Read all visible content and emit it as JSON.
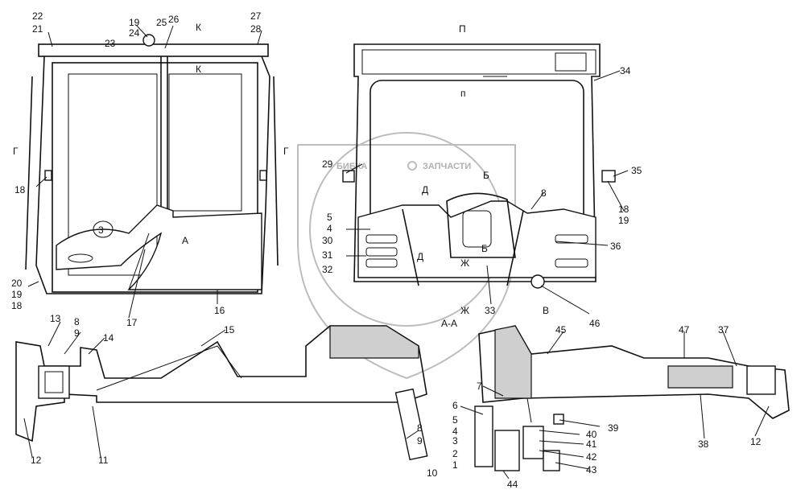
{
  "watermark": {
    "text_left": "БИБКА",
    "text_right": "ЗАПЧАСТИ"
  },
  "callouts": [
    {
      "id": "c22",
      "text": "22"
    },
    {
      "id": "c21",
      "text": "21"
    },
    {
      "id": "c19a",
      "text": "19"
    },
    {
      "id": "c25",
      "text": "25"
    },
    {
      "id": "c26",
      "text": "26"
    },
    {
      "id": "c24",
      "text": "24"
    },
    {
      "id": "c23",
      "text": "23"
    },
    {
      "id": "c27",
      "text": "27"
    },
    {
      "id": "c28",
      "text": "28"
    },
    {
      "id": "c18a",
      "text": "18"
    },
    {
      "id": "c20",
      "text": "20"
    },
    {
      "id": "c19b",
      "text": "19"
    },
    {
      "id": "c18b",
      "text": "18"
    },
    {
      "id": "c17",
      "text": "17"
    },
    {
      "id": "c16",
      "text": "16"
    },
    {
      "id": "c34",
      "text": "34"
    },
    {
      "id": "c29",
      "text": "29"
    },
    {
      "id": "c35",
      "text": "35"
    },
    {
      "id": "c8a",
      "text": "8"
    },
    {
      "id": "c5a",
      "text": "5"
    },
    {
      "id": "c4a",
      "text": "4"
    },
    {
      "id": "c30",
      "text": "30"
    },
    {
      "id": "c31",
      "text": "31"
    },
    {
      "id": "c32",
      "text": "32"
    },
    {
      "id": "c36",
      "text": "36"
    },
    {
      "id": "c18c",
      "text": "18"
    },
    {
      "id": "c19c",
      "text": "19"
    },
    {
      "id": "c33",
      "text": "33"
    },
    {
      "id": "c46",
      "text": "46"
    },
    {
      "id": "c13",
      "text": "13"
    },
    {
      "id": "c8b",
      "text": "8"
    },
    {
      "id": "c9a",
      "text": "9"
    },
    {
      "id": "c14",
      "text": "14"
    },
    {
      "id": "c15",
      "text": "15"
    },
    {
      "id": "c12a",
      "text": "12"
    },
    {
      "id": "c11",
      "text": "11"
    },
    {
      "id": "c8c",
      "text": "8"
    },
    {
      "id": "c9b",
      "text": "9"
    },
    {
      "id": "c10",
      "text": "10"
    },
    {
      "id": "c45",
      "text": "45"
    },
    {
      "id": "c47",
      "text": "47"
    },
    {
      "id": "c37",
      "text": "37"
    },
    {
      "id": "c7",
      "text": "7"
    },
    {
      "id": "c6",
      "text": "6"
    },
    {
      "id": "c5b",
      "text": "5"
    },
    {
      "id": "c4b",
      "text": "4"
    },
    {
      "id": "c3",
      "text": "3"
    },
    {
      "id": "c2",
      "text": "2"
    },
    {
      "id": "c1",
      "text": "1"
    },
    {
      "id": "c39",
      "text": "39"
    },
    {
      "id": "c40",
      "text": "40"
    },
    {
      "id": "c41",
      "text": "41"
    },
    {
      "id": "c42",
      "text": "42"
    },
    {
      "id": "c43",
      "text": "43"
    },
    {
      "id": "c44",
      "text": "44"
    },
    {
      "id": "c38",
      "text": "38"
    },
    {
      "id": "c12b",
      "text": "12"
    }
  ],
  "section_marks": [
    {
      "id": "mK1",
      "text": "К"
    },
    {
      "id": "mK2",
      "text": "К"
    },
    {
      "id": "mL1",
      "text": "Г"
    },
    {
      "id": "mL2",
      "text": "Г"
    },
    {
      "id": "mA",
      "text": "А"
    },
    {
      "id": "mP1",
      "text": "П"
    },
    {
      "id": "mP2",
      "text": "п"
    },
    {
      "id": "mB1",
      "text": "Б"
    },
    {
      "id": "mB2",
      "text": "Б"
    },
    {
      "id": "mD1",
      "text": "Д"
    },
    {
      "id": "mD2",
      "text": "Д"
    },
    {
      "id": "mZh1",
      "text": "Ж"
    },
    {
      "id": "mZh2",
      "text": "Ж"
    },
    {
      "id": "mV",
      "text": "В"
    },
    {
      "id": "mAA",
      "text": "А-А"
    },
    {
      "id": "mZ",
      "text": "3"
    }
  ]
}
